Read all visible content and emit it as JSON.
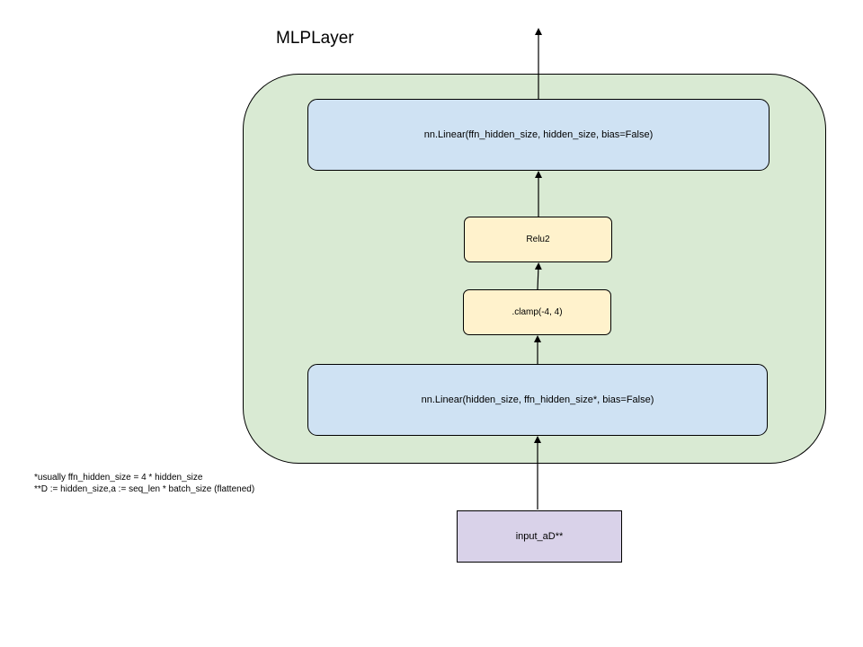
{
  "title": "MLPLayer",
  "container": {
    "fill_color": "#d9ead3"
  },
  "nodes": {
    "linear_out": {
      "label": "nn.Linear(ffn_hidden_size, hidden_size, bias=False)",
      "fill_color": "#cfe2f3"
    },
    "relu2": {
      "label": "Relu2",
      "fill_color": "#fff2cc"
    },
    "clamp": {
      "label": ".clamp(-4, 4)",
      "fill_color": "#fff2cc"
    },
    "linear_in": {
      "label": "nn.Linear(hidden_size, ffn_hidden_size*, bias=False)",
      "fill_color": "#cfe2f3"
    },
    "input": {
      "label": "input_aD**",
      "fill_color": "#d9d2e9"
    }
  },
  "notes": [
    "*usually ffn_hidden_size = 4 * hidden_size",
    "**D := hidden_size,a := seq_len * batch_size (flattened)"
  ]
}
